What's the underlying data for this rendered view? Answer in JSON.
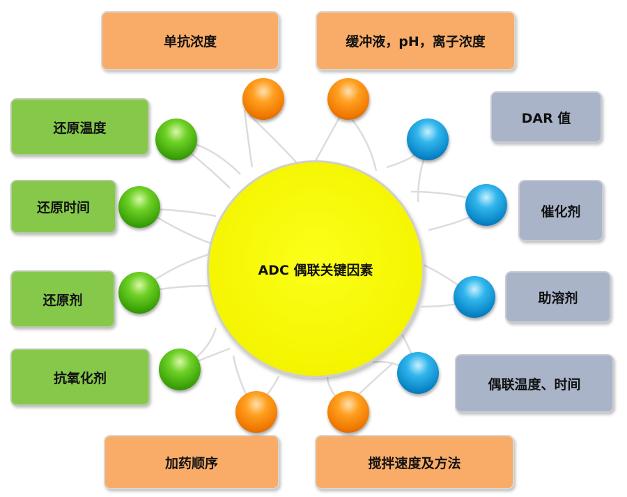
{
  "center": {
    "label": "ADC 偶联关键因素",
    "color": "#f5f500"
  },
  "factors": {
    "top_left": "单抗浓度",
    "top_right": "缓冲液，pH，离子浓度",
    "left_1": "还原温度",
    "left_2": "还原时间",
    "left_3": "还原剂",
    "left_4": "抗氧化剂",
    "right_1": "DAR 值",
    "right_2": "催化剂",
    "right_3": "助溶剂",
    "right_4": "偶联温度、时间",
    "bottom_left": "加药顺序",
    "bottom_right": "搅拌速度及方法"
  },
  "colors": {
    "orange_group": "#f9ac67",
    "green_group": "#86c94a",
    "gray_group": "#aab4c8"
  }
}
